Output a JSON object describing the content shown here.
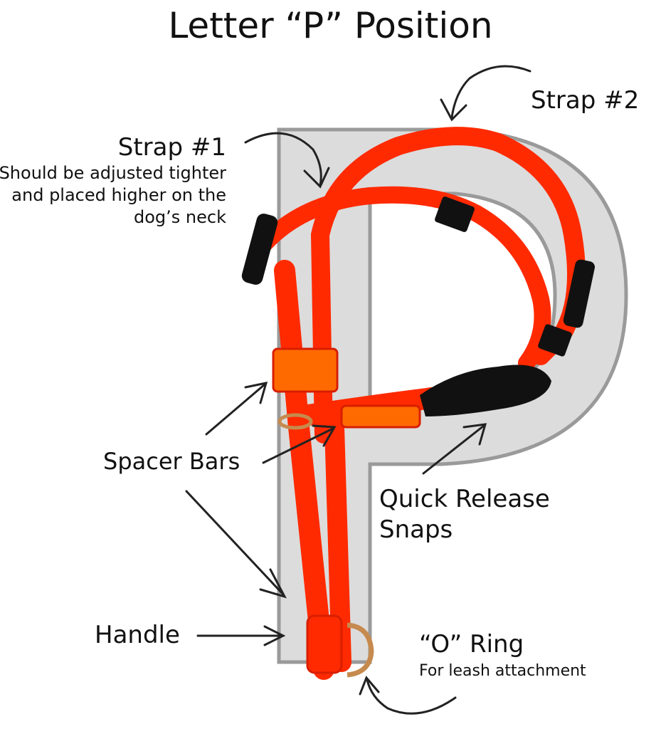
{
  "title": "Letter “P” Position",
  "labels": {
    "strap2": "Strap #2",
    "strap1": "Strap #1",
    "strap1_desc": "Should be adjusted tighter and placed higher on the dog’s neck",
    "spacer_bars": "Spacer Bars",
    "quick_release": "Quick Release Snaps",
    "handle": "Handle",
    "o_ring": "“O” Ring",
    "o_ring_desc": "For leash attachment"
  },
  "colors": {
    "letter_fill": "#dcdcdc",
    "letter_stroke": "#9a9a9a",
    "strap": "#ff2a00",
    "strap_dark": "#d81e00",
    "buckle": "#111111",
    "ring": "#c68a4e"
  }
}
